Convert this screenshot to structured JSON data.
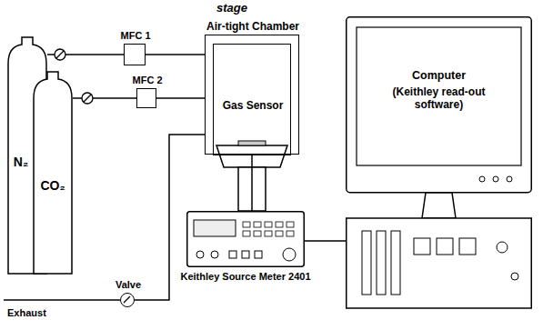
{
  "diagram": {
    "nodes": [
      {
        "text": [
          "N₂"
        ]
      },
      {
        "text": [
          "CO₂"
        ]
      },
      {
        "text": [
          "MFC 1"
        ]
      },
      {
        "text": [
          "MFC 2"
        ]
      },
      {
        "text": [
          "Air-tight Chamber",
          "Gas Sensor"
        ]
      },
      {
        "text": [
          "Keithley Source Meter 2401"
        ]
      },
      {
        "text": [
          "Computer",
          "(Keithley read-out software)"
        ]
      },
      {
        "text": [
          "Valve"
        ]
      }
    ],
    "edges": [
      {
        "from": 0,
        "to": 2,
        "arrow": "none"
      },
      {
        "from": 1,
        "to": 3,
        "arrow": "none"
      },
      {
        "from": 2,
        "to": 4,
        "arrow": "none"
      },
      {
        "from": 3,
        "to": 4,
        "arrow": "none"
      },
      {
        "from": 4,
        "to": 7,
        "arrow": "none"
      },
      {
        "from": 4,
        "to": 5,
        "arrow": "none"
      },
      {
        "from": 5,
        "to": 6,
        "arrow": "none"
      }
    ],
    "labels": [
      "stage",
      "Exhaust"
    ]
  }
}
